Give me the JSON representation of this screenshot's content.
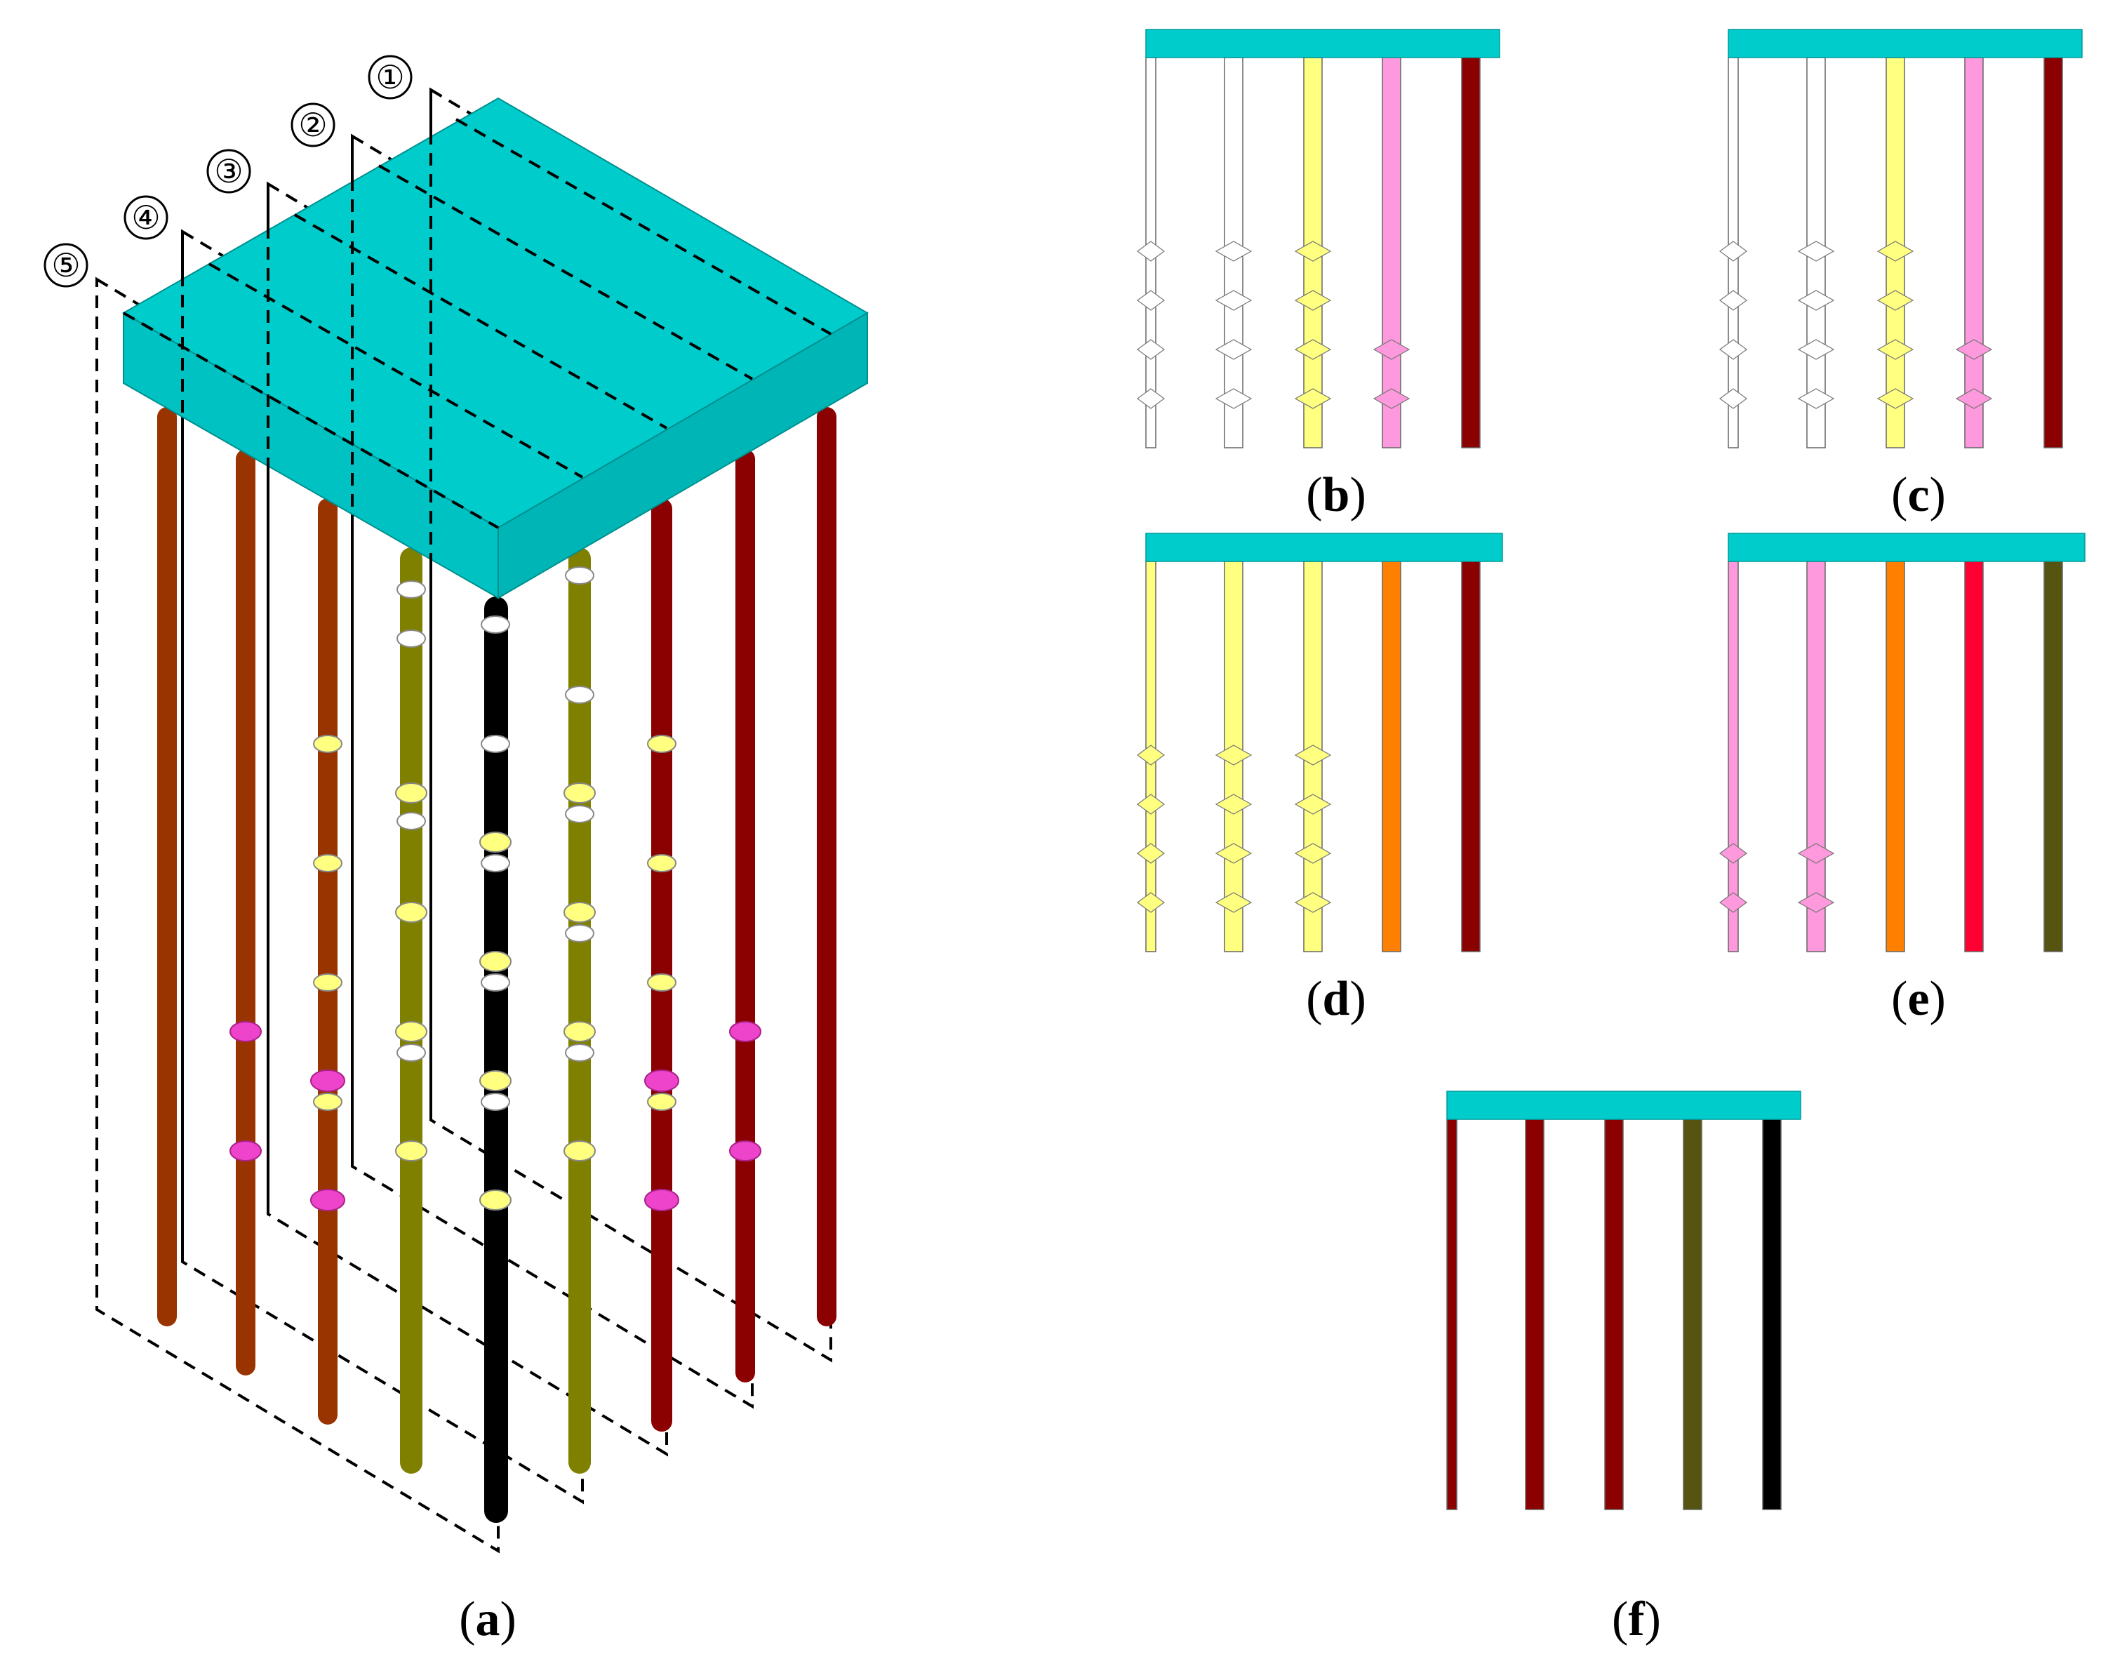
{
  "captions": {
    "a": {
      "open": "(",
      "letter": "a",
      "close": ")"
    },
    "b": {
      "open": "(",
      "letter": "b",
      "close": ")"
    },
    "c": {
      "open": "(",
      "letter": "c",
      "close": ")"
    },
    "d": {
      "open": "(",
      "letter": "d",
      "close": ")"
    },
    "e": {
      "open": "(",
      "letter": "e",
      "close": ")"
    },
    "f": {
      "open": "(",
      "letter": "f",
      "close": ")"
    }
  },
  "section_markers": [
    "①",
    "②",
    "③",
    "④",
    "⑤"
  ],
  "colors": {
    "cap": "#00CCCC",
    "cap_side": "#00B5B5",
    "brown": "#993300",
    "dark_red": "#8B0000",
    "olive": "#808000",
    "olive_dark": "#555511",
    "black": "#000000",
    "white_pile": "#FFFFFF",
    "yellow": "#FFFF80",
    "pink": "#FF99DD",
    "orange": "#FF8000",
    "red": "#FF0033",
    "magenta_bulb": "#EE44CC"
  },
  "panels": {
    "b": [
      "white-4",
      "white-4",
      "yellow-4",
      "pink-2",
      "darkred-0"
    ],
    "c": [
      "white-4",
      "white-4",
      "yellow-4",
      "pink-2",
      "darkred-0"
    ],
    "d": [
      "yellow-4",
      "yellow-4",
      "yellow-4",
      "orange-0",
      "darkred-0"
    ],
    "e": [
      "pink-2",
      "pink-2",
      "orange-0",
      "red-0",
      "olive-0"
    ],
    "f": [
      "darkred-0",
      "darkred-0",
      "darkred-0",
      "olive-0",
      "black-0"
    ]
  }
}
